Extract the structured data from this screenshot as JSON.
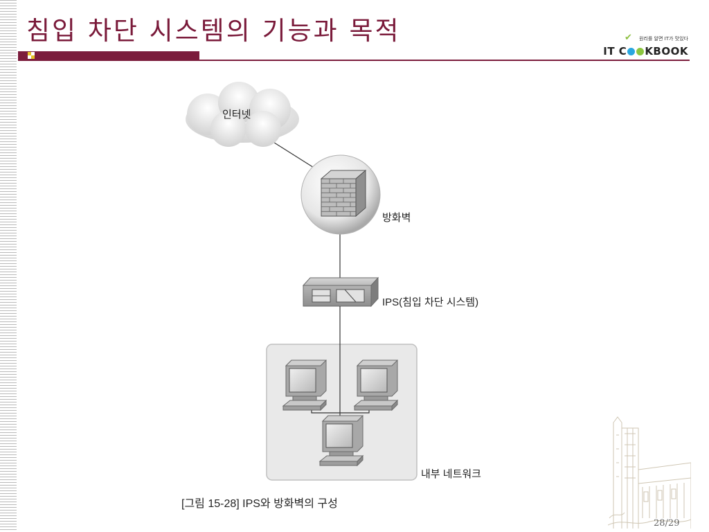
{
  "slide": {
    "title": "침입 차단 시스템의 기능과 목적",
    "page_number": "28/29"
  },
  "logo": {
    "tagline": "원리를 알면 IT가 맛있다",
    "brand_prefix": "IT C",
    "brand_suffix": "KBOOK"
  },
  "diagram": {
    "internet_label": "인터넷",
    "firewall_label": "방화벽",
    "ips_label": "IPS(침입 차단 시스템)",
    "network_label": "내부 네트워크",
    "caption": "[그림 15-28] IPS와 방화벽의 구성"
  },
  "colors": {
    "accent": "#7b1c3c",
    "title": "#7a1a3a",
    "bullet": "#e4c227"
  }
}
